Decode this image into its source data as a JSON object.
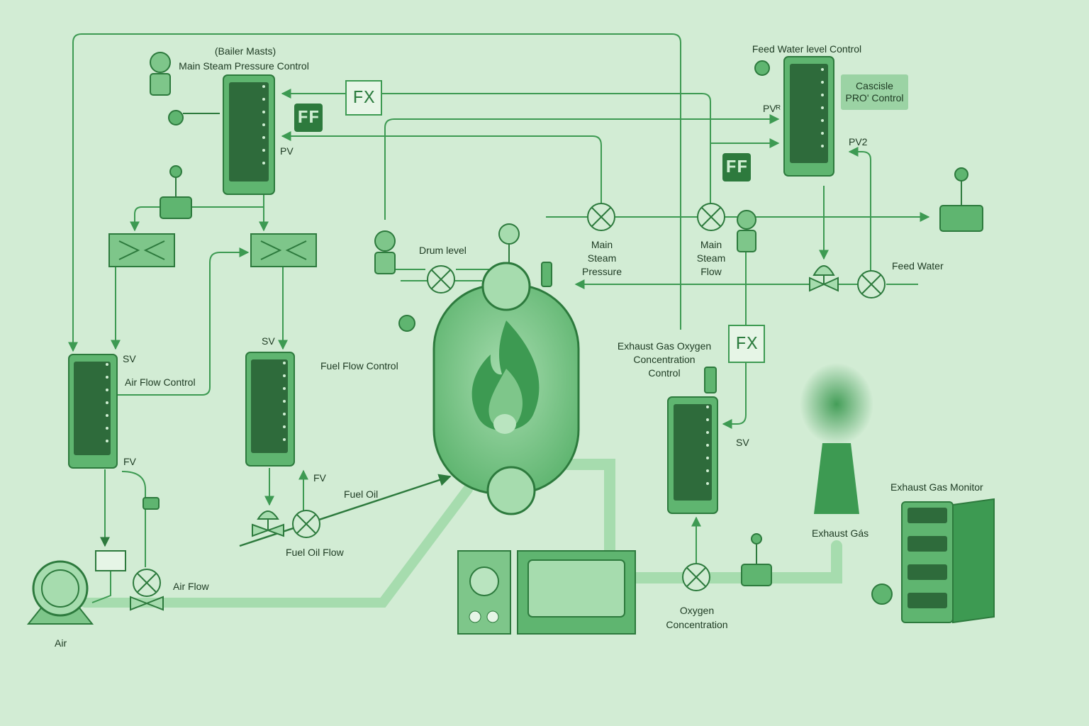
{
  "colors": {
    "background": "#d2ecd4",
    "line": "#3d9a52",
    "dark": "#2d7a3d",
    "panel": "#5fb570",
    "panel_screen": "#2e6b3b",
    "pipe": "#a6dcae",
    "text": "#1d3a22"
  },
  "labels": {
    "bailer_masts": "(Bailer Masts)",
    "main_steam_pressure_control": "Main Steam Pressure Control",
    "pv_main": "PV",
    "feed_water_level_control": "Feed Water level Control",
    "cascade_control": [
      "Cascisle",
      "PRO' Control"
    ],
    "pv_feed": "PVᴿ",
    "pv2": "PV2",
    "drum_level": "Drum level",
    "main_steam_pressure": [
      "Main",
      "Steam",
      "Pressure"
    ],
    "main_steam_flow": [
      "Main",
      "Steam",
      "Flow"
    ],
    "feed_water": "Feed Water",
    "sv_air": "SV",
    "air_flow_control": "Air Flow Control",
    "sv_fuel": "SV",
    "fuel_flow_control": "Fuel Flow Control",
    "fv_air": "FV",
    "fv_fuel": "FV",
    "fuel_oil": "Fuel Oil",
    "fuel_oil_flow": "Fuel Oil Flow",
    "air_flow": "Air Flow",
    "air": "Air",
    "exhaust_o2_control": [
      "Exhaust Gas Oxygen",
      "Concentration",
      "Control"
    ],
    "sv_o2": "SV",
    "exhaust_gas": "Exhaust Gás",
    "exhaust_gas_monitor": "Exhaust Gas Monitor",
    "oxygen_concentration": [
      "Oxygen",
      "Concentration"
    ]
  },
  "blocks": {
    "fx_top": "FX",
    "ff_left": "FF",
    "ff_right": "FF",
    "fx_right": "FX"
  },
  "icons": {
    "burner_flame": "flame-icon",
    "flow_element": "circle-x-icon",
    "control_valve": "valve-icon",
    "transmitter": "transmitter-icon",
    "operator": "operator-figure-icon",
    "fan": "air-fan-icon",
    "stack": "exhaust-stack-icon",
    "selector": "selector-block-icon"
  }
}
